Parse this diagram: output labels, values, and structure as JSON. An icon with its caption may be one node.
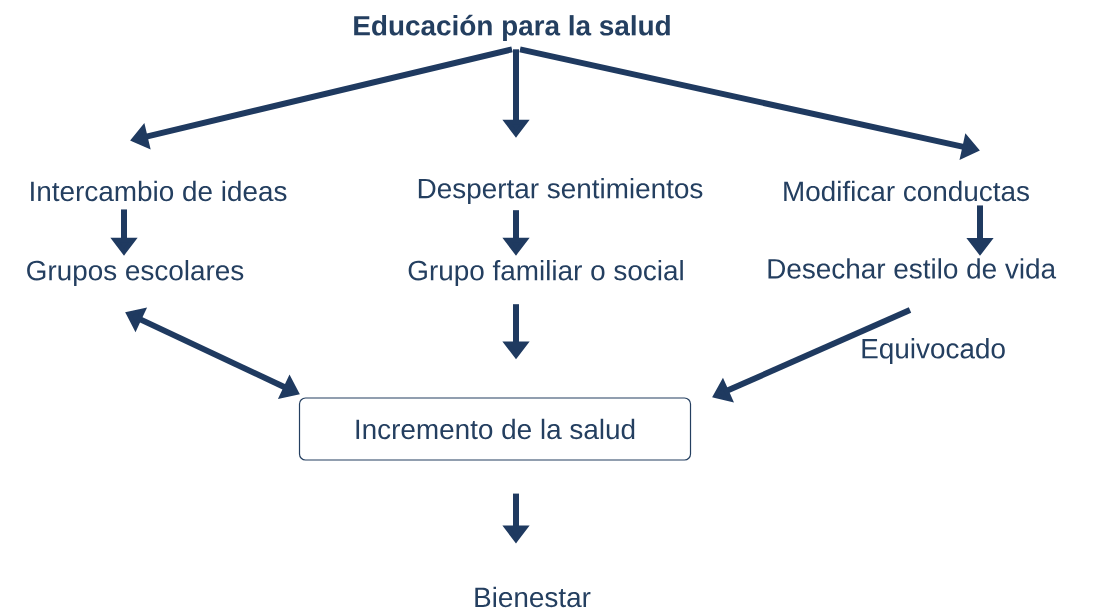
{
  "diagram": {
    "nodes": [
      {
        "text": [
          "Educación para la salud"
        ]
      },
      {
        "text": [
          "Intercambio de ideas"
        ]
      },
      {
        "text": [
          "Despertar sentimientos"
        ]
      },
      {
        "text": [
          "Modificar conductas"
        ]
      },
      {
        "text": [
          "Grupos escolares"
        ]
      },
      {
        "text": [
          "Grupo familiar o social"
        ]
      },
      {
        "text": [
          "Desechar estilo de vida",
          "Equivocado"
        ]
      },
      {
        "text": [
          "Incremento de la salud"
        ]
      },
      {
        "text": [
          "Bienestar"
        ]
      }
    ],
    "edges": [
      {
        "from": 0,
        "to": 1,
        "arrow": "to"
      },
      {
        "from": 0,
        "to": 2,
        "arrow": "to"
      },
      {
        "from": 0,
        "to": 3,
        "arrow": "to"
      },
      {
        "from": 1,
        "to": 4,
        "arrow": "to"
      },
      {
        "from": 2,
        "to": 5,
        "arrow": "to"
      },
      {
        "from": 3,
        "to": 6,
        "arrow": "to"
      },
      {
        "from": 4,
        "to": 7,
        "arrow": "both"
      },
      {
        "from": 5,
        "to": 7,
        "arrow": "to"
      },
      {
        "from": 6,
        "to": 7,
        "arrow": "to"
      },
      {
        "from": 7,
        "to": 8,
        "arrow": "to"
      }
    ]
  }
}
